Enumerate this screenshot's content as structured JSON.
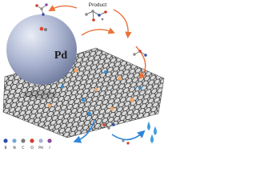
{
  "diagram": {
    "product_label": "Product",
    "catalyst_label": "Pd",
    "legend": [
      {
        "symbol": "B",
        "color": "#2c4ea6"
      },
      {
        "symbol": "N",
        "color": "#7aa6d6"
      },
      {
        "symbol": "C",
        "color": "#7a7a7a"
      },
      {
        "symbol": "O",
        "color": "#d23c2a"
      },
      {
        "symbol": "Pd",
        "color": "#a9b3cf"
      },
      {
        "symbol": "I",
        "color": "#8a4a9a"
      }
    ],
    "colors": {
      "cycle_arrow": "#e8733a",
      "recycle_arrow": "#2f86d8",
      "graphene": "#5a5a5a",
      "pd_particle": "#a9b3cf",
      "dopant_b": "#f0a86a",
      "dopant_n": "#2f8fd8",
      "water": "#3f9fe0"
    },
    "icons": [
      "reactant-molecule-icon",
      "product-molecule-icon",
      "water-droplet-icon"
    ]
  }
}
